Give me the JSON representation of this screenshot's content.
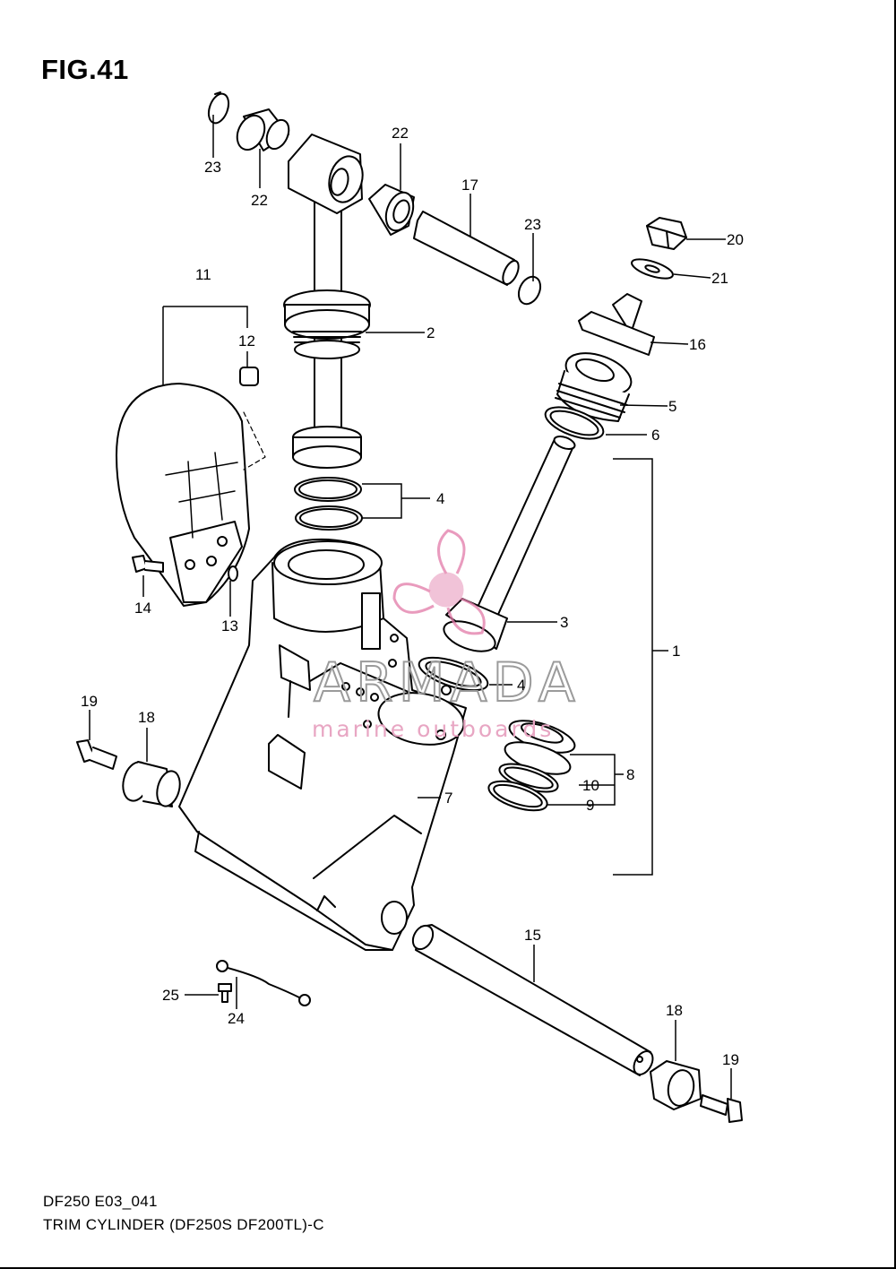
{
  "figure": {
    "title": "FIG.41",
    "drawing_code": "DF250 E03_041",
    "caption": "TRIM CYLINDER (DF250S DF200TL)-C"
  },
  "watermark": {
    "brand": "ARMADA",
    "tagline": "marine outboards",
    "logo_color": "#e27aa8"
  },
  "callouts": [
    {
      "id": "c1",
      "label": "1"
    },
    {
      "id": "c2",
      "label": "2"
    },
    {
      "id": "c3",
      "label": "3"
    },
    {
      "id": "c4a",
      "label": "4"
    },
    {
      "id": "c4b",
      "label": "4"
    },
    {
      "id": "c5",
      "label": "5"
    },
    {
      "id": "c6",
      "label": "6"
    },
    {
      "id": "c7",
      "label": "7"
    },
    {
      "id": "c8",
      "label": "8"
    },
    {
      "id": "c9",
      "label": "9"
    },
    {
      "id": "c10",
      "label": "10"
    },
    {
      "id": "c11",
      "label": "11"
    },
    {
      "id": "c12",
      "label": "12"
    },
    {
      "id": "c13",
      "label": "13"
    },
    {
      "id": "c14",
      "label": "14"
    },
    {
      "id": "c15",
      "label": "15"
    },
    {
      "id": "c16",
      "label": "16"
    },
    {
      "id": "c17",
      "label": "17"
    },
    {
      "id": "c18a",
      "label": "18"
    },
    {
      "id": "c18b",
      "label": "18"
    },
    {
      "id": "c19a",
      "label": "19"
    },
    {
      "id": "c19b",
      "label": "19"
    },
    {
      "id": "c20",
      "label": "20"
    },
    {
      "id": "c21",
      "label": "21"
    },
    {
      "id": "c22a",
      "label": "22"
    },
    {
      "id": "c22b",
      "label": "22"
    },
    {
      "id": "c23a",
      "label": "23"
    },
    {
      "id": "c23b",
      "label": "23"
    },
    {
      "id": "c24",
      "label": "24"
    },
    {
      "id": "c25",
      "label": "25"
    }
  ]
}
